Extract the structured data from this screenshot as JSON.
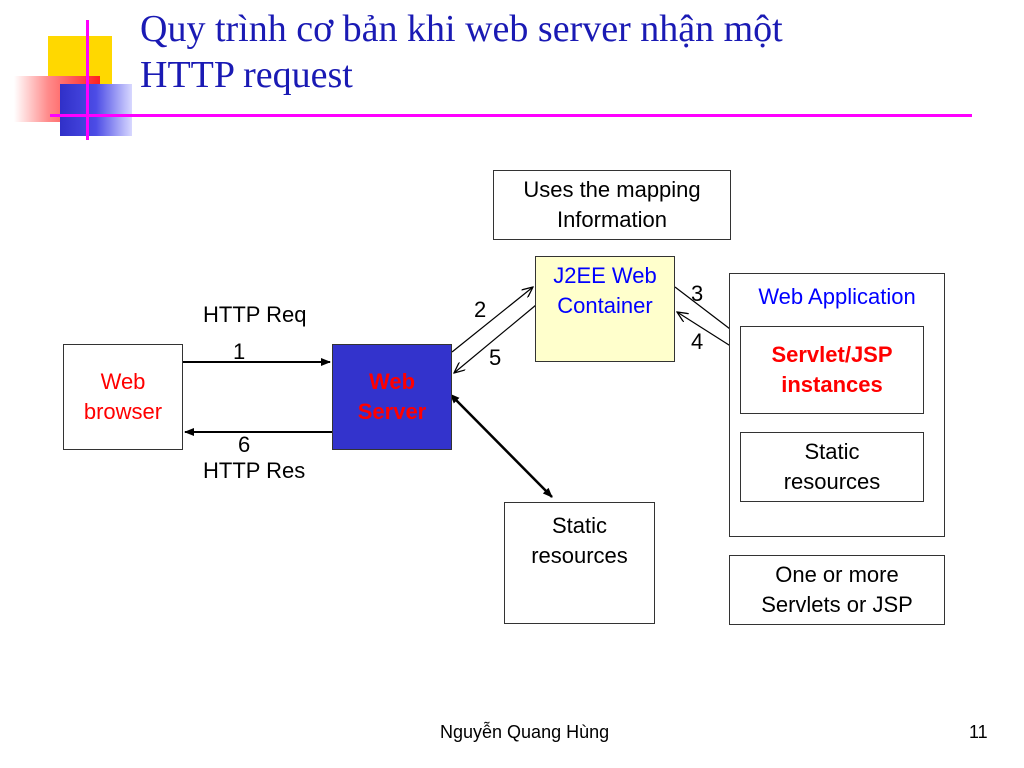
{
  "slide": {
    "title_line1": "Quy trình cơ bản khi web server nhận một",
    "title_line2": "HTTP request",
    "accent_color": "#ff00ff",
    "title_color": "#1a1ab4"
  },
  "diagram": {
    "mapping_box": {
      "line1": "Uses the mapping",
      "line2": "Information"
    },
    "container_box": {
      "line1": "J2EE Web",
      "line2": "Container"
    },
    "web_application": {
      "label": "Web Application",
      "servlet_box": {
        "line1": "Servlet/JSP",
        "line2": "instances"
      },
      "static_box": {
        "line1": "Static",
        "line2": "resources"
      }
    },
    "more_box": {
      "line1": "One or more",
      "line2": "Servlets or JSP"
    },
    "browser_box": {
      "line1": "Web",
      "line2": "browser"
    },
    "server_box": {
      "line1": "Web",
      "line2": "Server"
    },
    "static_box": {
      "line1": "Static",
      "line2": "resources"
    },
    "labels": {
      "http_req": "HTTP Req",
      "http_res": "HTTP Res",
      "step1": "1",
      "step2": "2",
      "step3": "3",
      "step4": "4",
      "step5": "5",
      "step6": "6"
    }
  },
  "footer": {
    "author": "Nguyễn Quang Hùng",
    "page": "11"
  }
}
